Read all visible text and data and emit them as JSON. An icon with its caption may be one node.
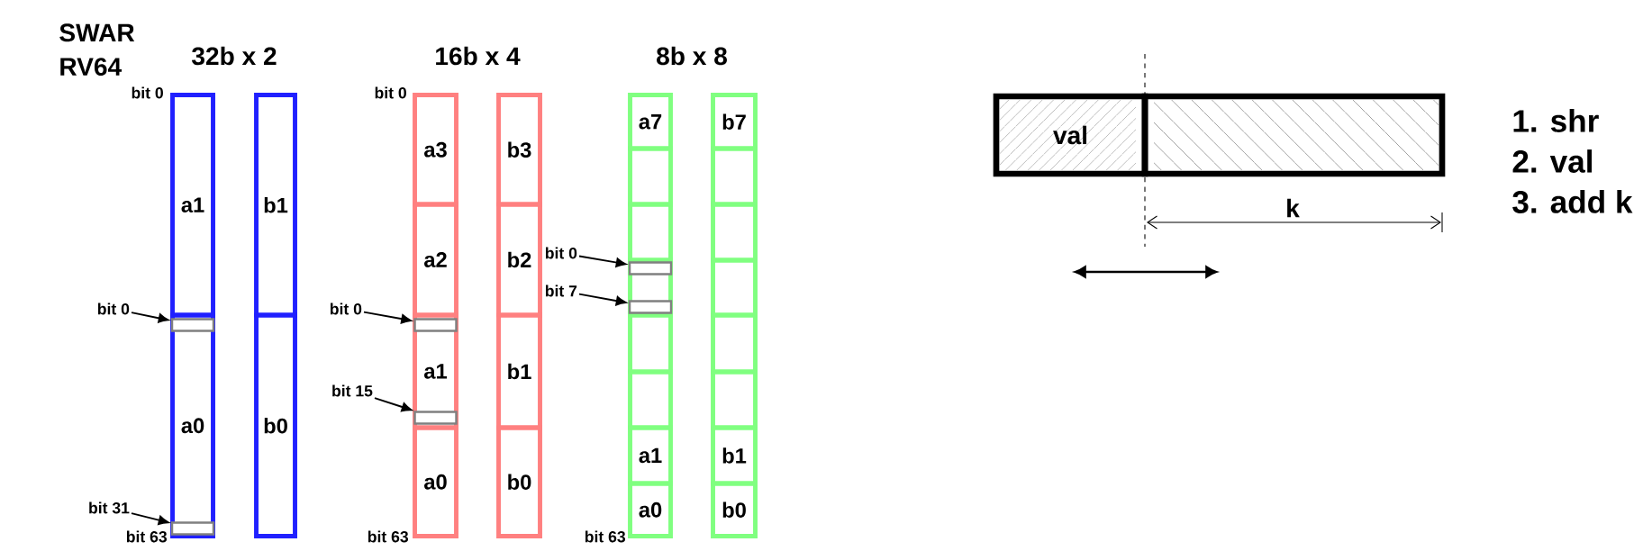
{
  "diagram": {
    "nodes": [
      {
        "text": [
          "a1"
        ]
      },
      {
        "text": [
          "a0"
        ]
      },
      {
        "text": [
          "b1"
        ]
      },
      {
        "text": [
          "b0"
        ]
      },
      {
        "text": [
          "bit 0"
        ]
      },
      {
        "text": [],
        "shape": "box",
        "in": 1
      },
      {
        "text": [
          "bit 31"
        ]
      },
      {
        "text": [],
        "shape": "box",
        "in": 1
      },
      {
        "text": [
          "a3"
        ]
      },
      {
        "text": [
          "a2"
        ]
      },
      {
        "text": [
          "a1"
        ]
      },
      {
        "text": [
          "a0"
        ]
      },
      {
        "text": [
          "b3"
        ]
      },
      {
        "text": [
          "b2"
        ]
      },
      {
        "text": [
          "b1"
        ]
      },
      {
        "text": [
          "b0"
        ]
      },
      {
        "text": [
          "bit 0"
        ]
      },
      {
        "text": [],
        "shape": "box",
        "in": 10
      },
      {
        "text": [
          "bit 15"
        ]
      },
      {
        "text": [],
        "shape": "box",
        "in": 10
      },
      {
        "text": [
          "a7"
        ]
      },
      {
        "text": [],
        "shape": "box"
      },
      {
        "text": [],
        "shape": "box"
      },
      {
        "text": [],
        "shape": "box"
      },
      {
        "text": [],
        "shape": "box"
      },
      {
        "text": [],
        "shape": "box"
      },
      {
        "text": [
          "a1"
        ]
      },
      {
        "text": [
          "a0"
        ]
      },
      {
        "text": [
          "b7"
        ]
      },
      {
        "text": [],
        "shape": "box"
      },
      {
        "text": [],
        "shape": "box"
      },
      {
        "text": [],
        "shape": "box"
      },
      {
        "text": [],
        "shape": "box"
      },
      {
        "text": [],
        "shape": "box"
      },
      {
        "text": [
          "b1"
        ]
      },
      {
        "text": [
          "b0"
        ]
      },
      {
        "text": [
          "bit 0"
        ]
      },
      {
        "text": [],
        "shape": "box",
        "in": 23
      },
      {
        "text": [
          "bit 7"
        ]
      },
      {
        "text": [],
        "shape": "box",
        "in": 23
      },
      {
        "text": [
          "val"
        ]
      },
      {
        "text": [],
        "shape": "box"
      }
    ],
    "edges": [
      {
        "from": 4,
        "to": 5,
        "arrow": "to"
      },
      {
        "from": 6,
        "to": 7,
        "arrow": "to"
      },
      {
        "from": 16,
        "to": 17,
        "arrow": "to"
      },
      {
        "from": 18,
        "to": 19,
        "arrow": "to"
      },
      {
        "from": 36,
        "to": 37,
        "arrow": "to"
      },
      {
        "from": 38,
        "to": 39,
        "arrow": "to"
      }
    ],
    "labels": [
      "SWAR RV64",
      "32b x 2",
      "bit 0",
      "bit 63",
      "16b x 4",
      "bit 0",
      "bit 63",
      "8b x 8",
      "bit 63",
      "k",
      "1. shr",
      "2. val",
      "3. add k"
    ]
  }
}
